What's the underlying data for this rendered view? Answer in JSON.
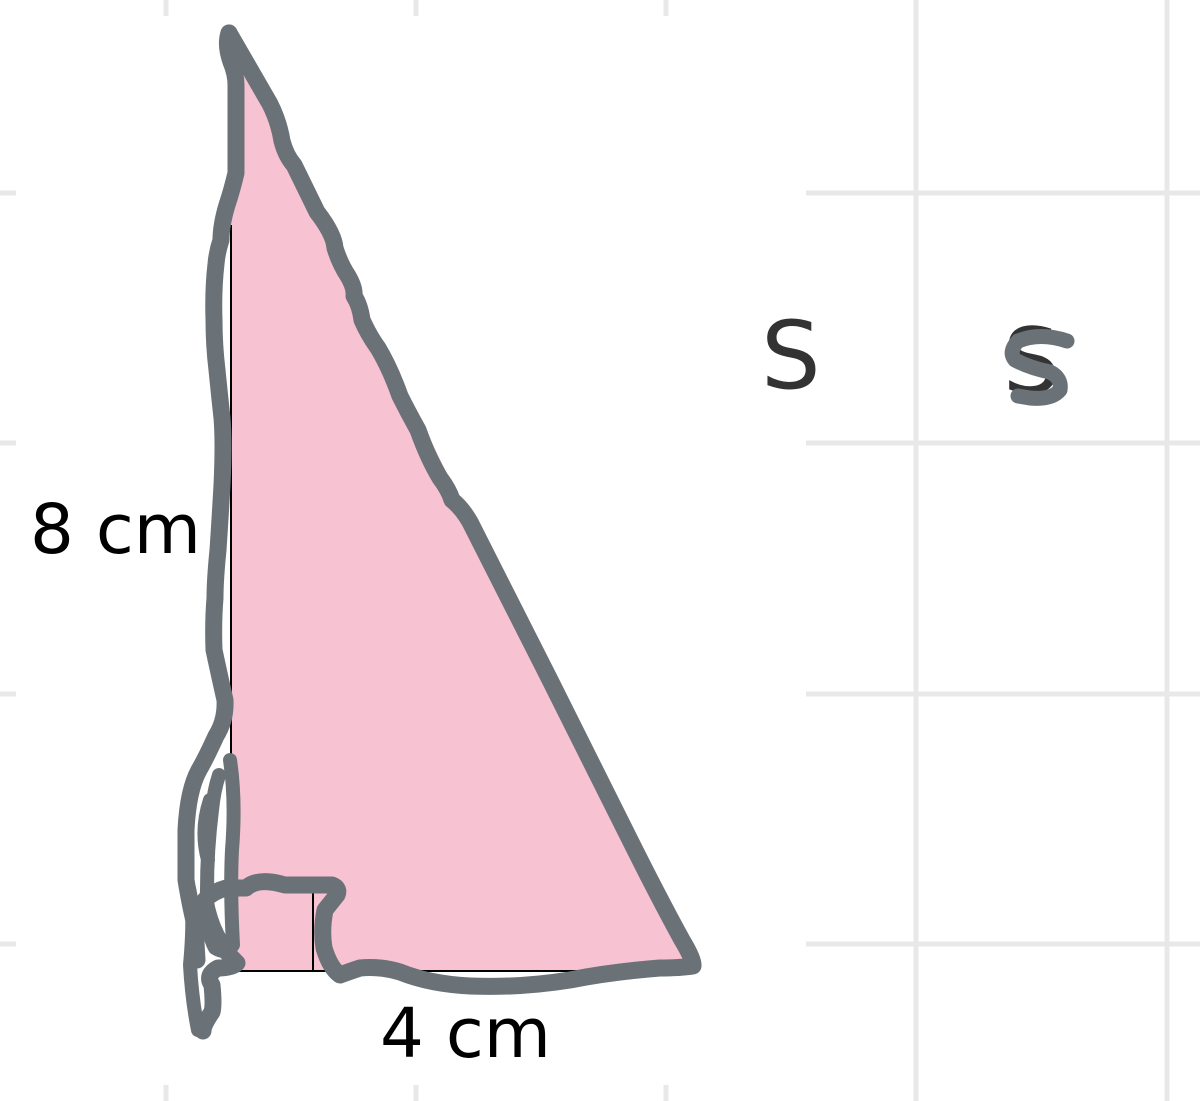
{
  "labels": {
    "side_vertical": "8 cm",
    "side_horizontal": "4 cm",
    "letter_plain": "S",
    "letter_scribbled": "S"
  },
  "colors": {
    "background": "#ffffff",
    "grid": "#e8e8e8",
    "triangle_fill": "#f7c2d2",
    "scribble": "#6b7277",
    "text_dark": "#333333",
    "text_black": "#000000"
  }
}
